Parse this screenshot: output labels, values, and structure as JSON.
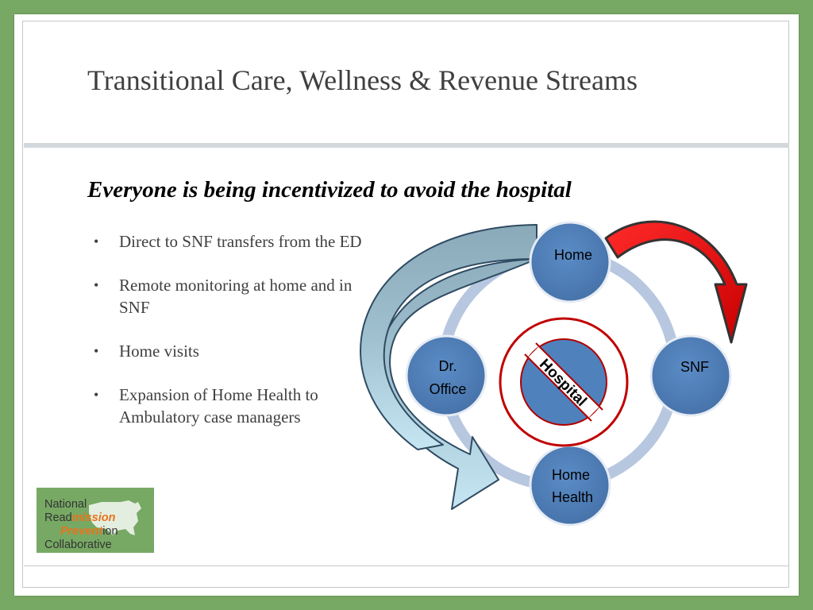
{
  "slide": {
    "title": "Transitional Care, Wellness & Revenue Streams",
    "subtitle": "Everyone is being incentivized to avoid the hospital",
    "bullets": [
      {
        "marker": "•",
        "text": "Direct to SNF transfers from the ED"
      },
      {
        "marker": "•",
        "text": "Remote monitoring at home and in SNF"
      },
      {
        "marker": "•",
        "text": "Home visits"
      },
      {
        "marker": "•",
        "text": "Expansion of Home Health to Ambulatory case managers"
      }
    ]
  },
  "diagram": {
    "nodes": {
      "top": "Home",
      "left_line1": "Dr.",
      "left_line2": "Office",
      "right": "SNF",
      "bottom_line1": "Home",
      "bottom_line2": "Health"
    },
    "center_label": "Hospital",
    "colors": {
      "node_fill": "#4f81bd",
      "ring": "#b8c7e0",
      "no_symbol": "#c00000",
      "arrow_left": "#8fadbd",
      "arrow_right": "#e00000"
    }
  },
  "logo": {
    "line1": "National",
    "line2_a": "Read",
    "line2_b": "mission",
    "line3_a": "Prevent",
    "line3_b": "ion",
    "line4": "Collaborative"
  }
}
